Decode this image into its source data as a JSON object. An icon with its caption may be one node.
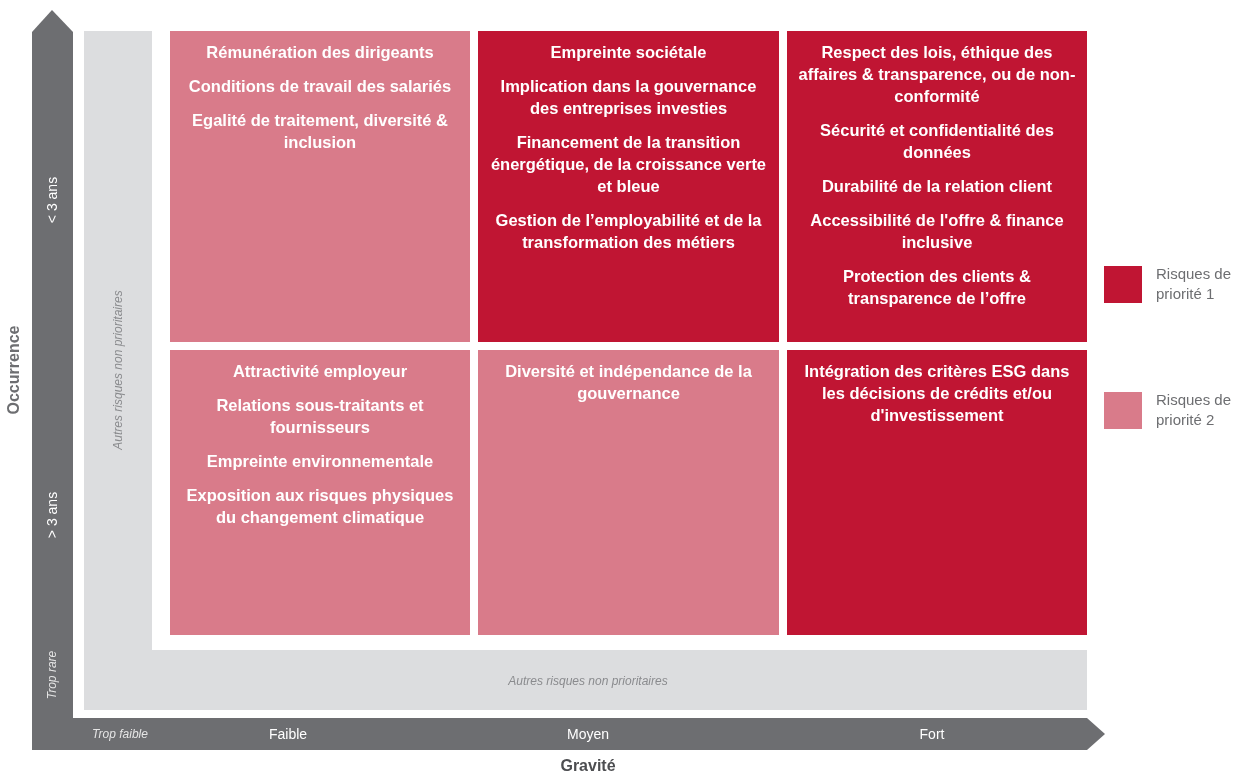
{
  "diagram": {
    "nodes": [
      {
        "text": [
          "Rémunération des dirigeants",
          "Conditions de travail des salariés",
          "Egalité de traitement, diversité & inclusion"
        ]
      },
      {
        "text": [
          "Empreinte sociétale",
          "Implication dans la gouvernance des entreprises investies",
          "Financement de la transition énergétique, de la croissance verte et bleue",
          "Gestion de l’employabilité et de la transformation des métiers"
        ]
      },
      {
        "text": [
          "Respect des lois, éthique des affaires & transparence, ou de non-conformité",
          "Sécurité et confidentialité des données",
          "Durabilité de la relation client",
          "Accessibilité de l'offre & finance inclusive",
          "Protection des clients & transparence de l’offre"
        ]
      },
      {
        "text": [
          "Attractivité employeur",
          "Relations sous-traitants et fournisseurs",
          "Empreinte environnementale",
          "Exposition aux risques physiques du changement climatique"
        ]
      },
      {
        "text": [
          "Diversité et indépendance de la gouvernance"
        ]
      },
      {
        "text": [
          "Intégration des critères ESG dans les décisions de crédits et/ou d'investissement"
        ]
      }
    ],
    "edges": [],
    "labels": [
      "< 3 ans",
      "Occurrence",
      "Autres risques non prioritaires",
      "> 3 ans",
      "Trop rare",
      "Autres risques non prioritaires",
      "Trop faible",
      "Faible",
      "Moyen",
      "Fort",
      "Gravité"
    ],
    "legend": [
      {
        "text": "Risques de priorité 1",
        "color": "#c01533"
      },
      {
        "text": "Risques de priorité 2",
        "color": "#d97b8a"
      }
    ]
  }
}
